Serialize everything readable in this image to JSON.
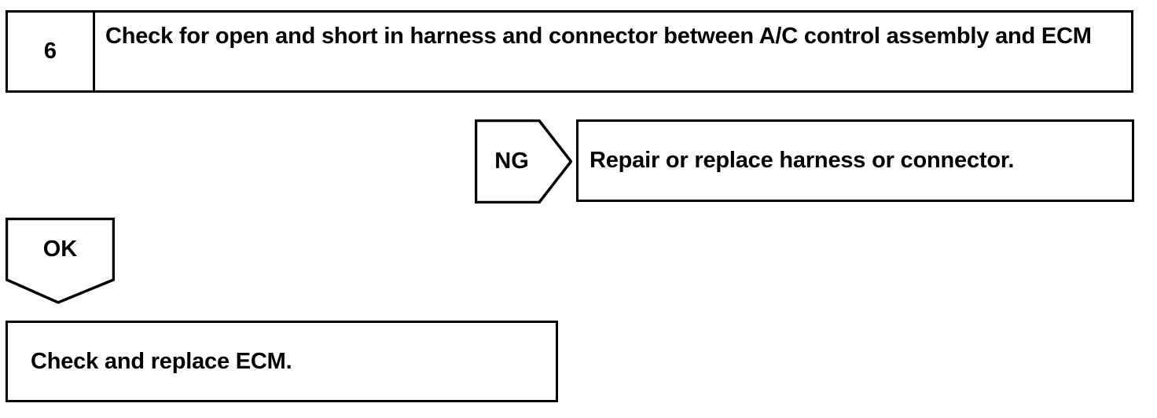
{
  "page": {
    "kind": "troubleshooting-flowchart",
    "background_color": "#ffffff",
    "line_color": "#000000",
    "text_color": "#000000"
  },
  "step": {
    "number": "6",
    "instruction": "Check for open and short in harness and connector between A/C control assembly and ECM"
  },
  "branches": {
    "ng": {
      "label": "NG",
      "arrow_icon": "arrow-right-pentagon-icon",
      "result": "Repair or replace harness or connector."
    },
    "ok": {
      "label": "OK",
      "arrow_icon": "arrow-down-pentagon-icon",
      "result": "Check and replace ECM."
    }
  }
}
